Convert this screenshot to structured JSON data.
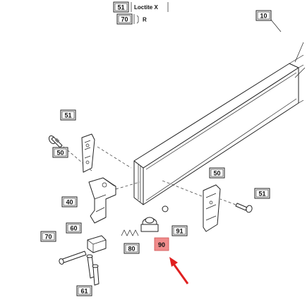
{
  "legend": {
    "loctite": {
      "callout": "51",
      "text": "Loctite X"
    },
    "repair": {
      "callout": "70",
      "text": "R"
    }
  },
  "callouts": {
    "rail_10": "10",
    "screw_51_top": "51",
    "bracket_50_left": "50",
    "bracket_50_right": "50",
    "screw_51_right": "51",
    "clamp_40": "40",
    "item_60": "60",
    "item_70": "70",
    "item_80": "80",
    "item_90": "90",
    "item_91": "91",
    "item_61": "61"
  },
  "highlight": {
    "callout": "90",
    "color": "#f08c8c",
    "arrow_color": "#e02020"
  }
}
